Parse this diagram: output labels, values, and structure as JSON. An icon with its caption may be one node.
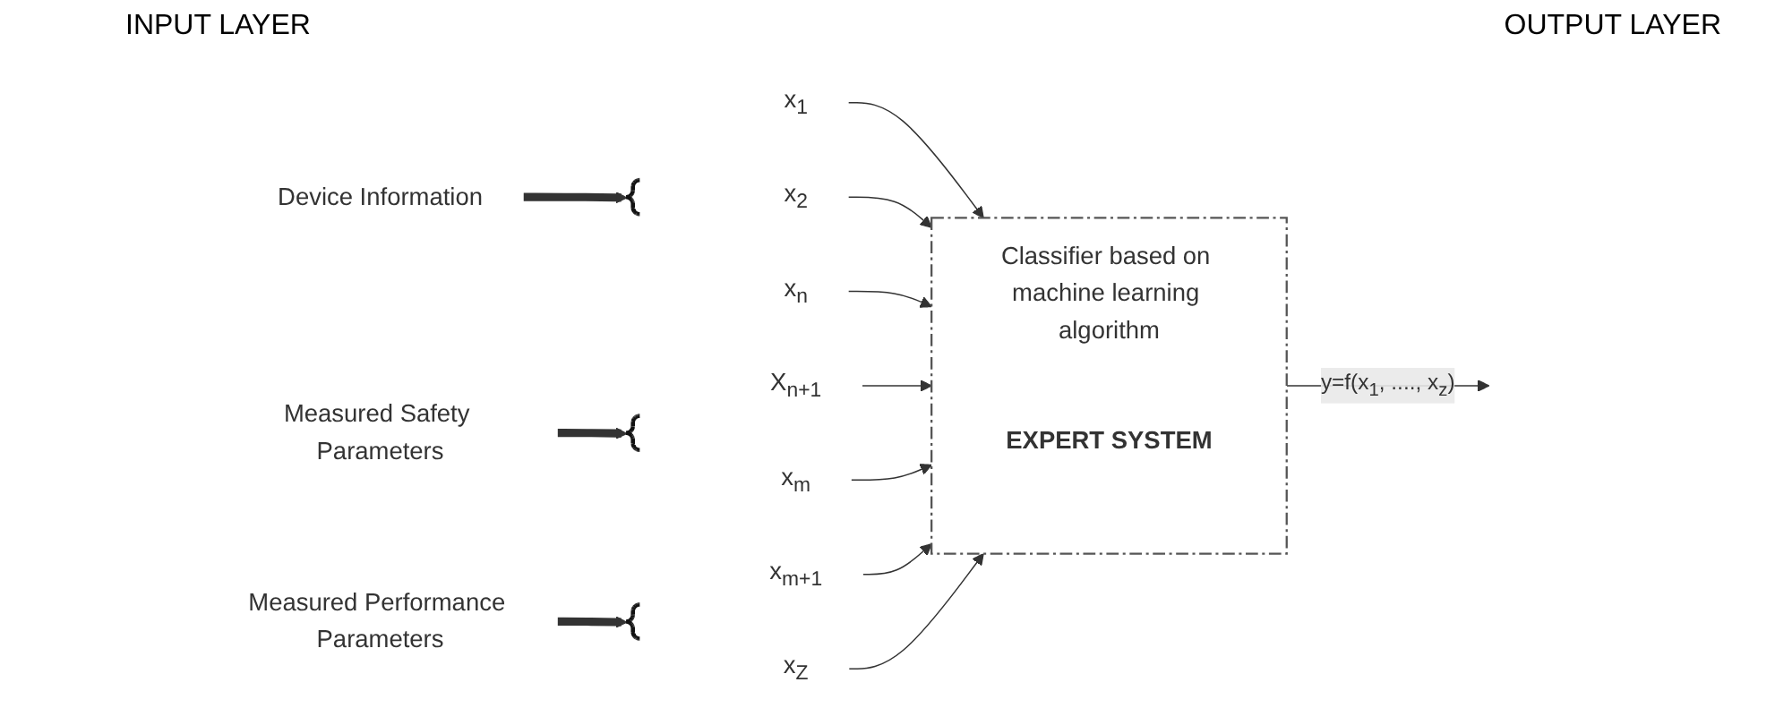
{
  "diagram": {
    "nodes": [
      {
        "text": [
          "Device Information"
        ]
      },
      {
        "text": [],
        "shape": "brace"
      },
      {
        "text": [
          "x$_{1}$"
        ]
      },
      {
        "text": [
          "x$_{2}$"
        ]
      },
      {
        "text": [
          "x$_{n}$"
        ]
      },
      {
        "text": [
          "Measured Safety Parameters"
        ]
      },
      {
        "text": [],
        "shape": "brace"
      },
      {
        "text": [
          "X$_{n+1}$"
        ]
      },
      {
        "text": [
          "x$_{m}$"
        ]
      },
      {
        "text": [
          "Measured Performance Parameters"
        ]
      },
      {
        "text": [],
        "shape": "brace"
      },
      {
        "text": [
          "x$_{m+1}$"
        ]
      },
      {
        "text": [
          "x$_{Z}$"
        ]
      },
      {
        "text": [
          "Classifier based on machine learning algorithm",
          "EXPERT SYSTEM"
        ]
      }
    ],
    "edges": [
      {
        "from": 0,
        "to": 1,
        "arrow": "to",
        "style": "thick"
      },
      {
        "from": 2,
        "to": 13,
        "arrow": "to"
      },
      {
        "from": 3,
        "to": 13,
        "arrow": "to"
      },
      {
        "from": 4,
        "to": 13,
        "arrow": "to"
      },
      {
        "from": 5,
        "to": 6,
        "arrow": "to",
        "style": "thick"
      },
      {
        "from": 7,
        "to": 13,
        "arrow": "to"
      },
      {
        "from": 8,
        "to": 13,
        "arrow": "to"
      },
      {
        "from": 9,
        "to": 10,
        "arrow": "to",
        "style": "thick"
      },
      {
        "from": 11,
        "to": 13,
        "arrow": "to"
      },
      {
        "from": 12,
        "to": 13,
        "arrow": "to"
      },
      {
        "from": 13,
        "to": null,
        "arrow": "to",
        "label": "y=f(x$_{1}$, ...., x$_{z}$)"
      }
    ],
    "labels": [
      "INPUT LAYER",
      "OUTPUT LAYER"
    ]
  }
}
